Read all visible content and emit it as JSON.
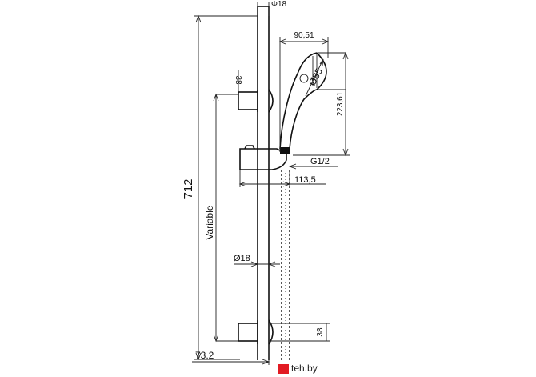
{
  "labels": {
    "bar_diameter_top": "Φ18",
    "hand_shower_depth": "90,51",
    "head_diameter": "Ø85",
    "hand_shower_height": "223,61",
    "wall_bracket_top": "38",
    "total_height": "712",
    "thread": "G1/2",
    "holder_projection": "113,5",
    "adjustable": "Variable",
    "bar_diameter": "Ø18",
    "wall_bracket_bottom": "38",
    "wall_offset": "73,2"
  },
  "watermark": {
    "text": "teh.by"
  }
}
